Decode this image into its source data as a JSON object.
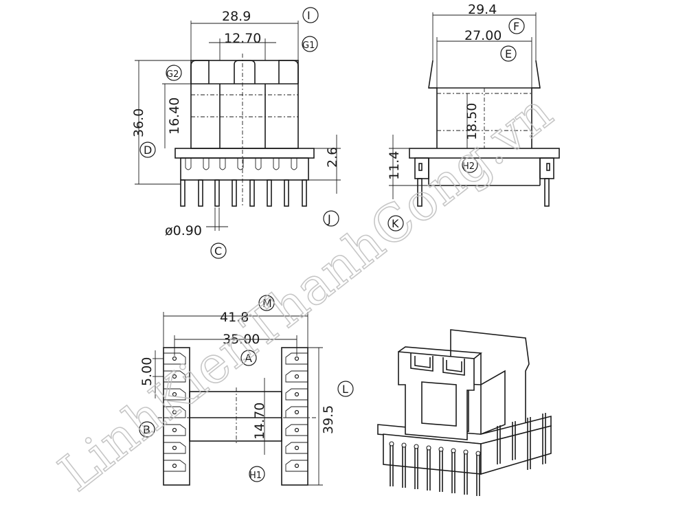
{
  "dimensions": {
    "top_width": "28.9",
    "top_inner": "12.70",
    "height_total": "36.0",
    "height_core": "16.40",
    "pin_offset": "2.6",
    "pin_dia": "ø0.90",
    "side_width": "29.4",
    "side_inner": "27.00",
    "side_core": "18.50",
    "side_height": "11.4",
    "bottom_width": "41.8",
    "bottom_inner": "35.00",
    "pitch": "5.00",
    "bottom_core": "14.70",
    "bottom_length": "39.5"
  },
  "labels": {
    "I": "I",
    "G1": "G1",
    "G2": "G2",
    "D": "D",
    "J": "J",
    "C": "C",
    "F": "F",
    "E": "E",
    "H2": "H2",
    "K": "K",
    "M": "M",
    "A": "A",
    "L": "L",
    "B": "B",
    "H1": "H1"
  },
  "watermark": "LinhKienThanhCong.vn"
}
